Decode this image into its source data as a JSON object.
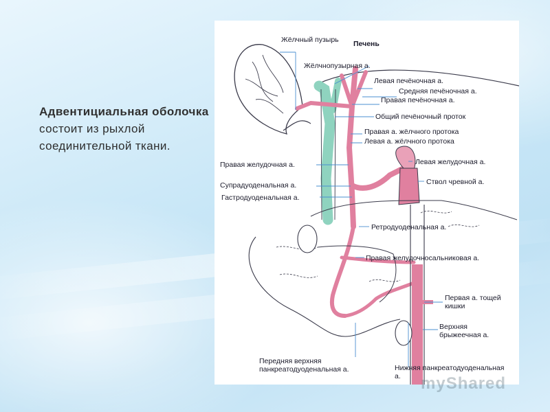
{
  "caption": {
    "term": "Адвентициальная оболочка",
    "rest": " состоит из рыхлой соединительной ткани."
  },
  "diagram": {
    "labels": {
      "gallbladder": "Жёлчный пузырь",
      "liver": "Печень",
      "cystic_artery": "Жёлчнопузырная а.",
      "left_hepatic": "Левая печёночная а.",
      "middle_hepatic": "Средняя печёночная а.",
      "right_hepatic": "Правая печёночная а.",
      "common_hepatic_duct": "Общий печёночный проток",
      "right_bile_duct_artery": "Правая а. жёлчного протока",
      "left_bile_duct_artery": "Левая а. жёлчного протока",
      "right_gastric": "Правая желудочная а.",
      "left_gastric": "Левая желудочная а.",
      "celiac_trunk": "Ствол чревной а.",
      "supraduodenal": "Супрадуоденальная а.",
      "gastroduodenal": "Гастродуоденальная а.",
      "retroduodenal": "Ретродуоденальная а.",
      "right_gastroepiploic": "Правая желудочносальниковая а.",
      "first_jejunal": "Первая а. тощей кишки",
      "superior_mesenteric": "Верхняя брыжеечная а.",
      "ant_sup_pancreaticoduodenal": "Передняя верхняя панкреатодуоденальная а.",
      "inf_pancreaticoduodenal": "Нижняя панкреатодуоденальная а."
    },
    "colors": {
      "artery": "#e0809f",
      "duct": "#8fd3bf",
      "outline": "#3a3a4a",
      "pointer": "#4a8fd0"
    }
  },
  "watermark": "myShared"
}
